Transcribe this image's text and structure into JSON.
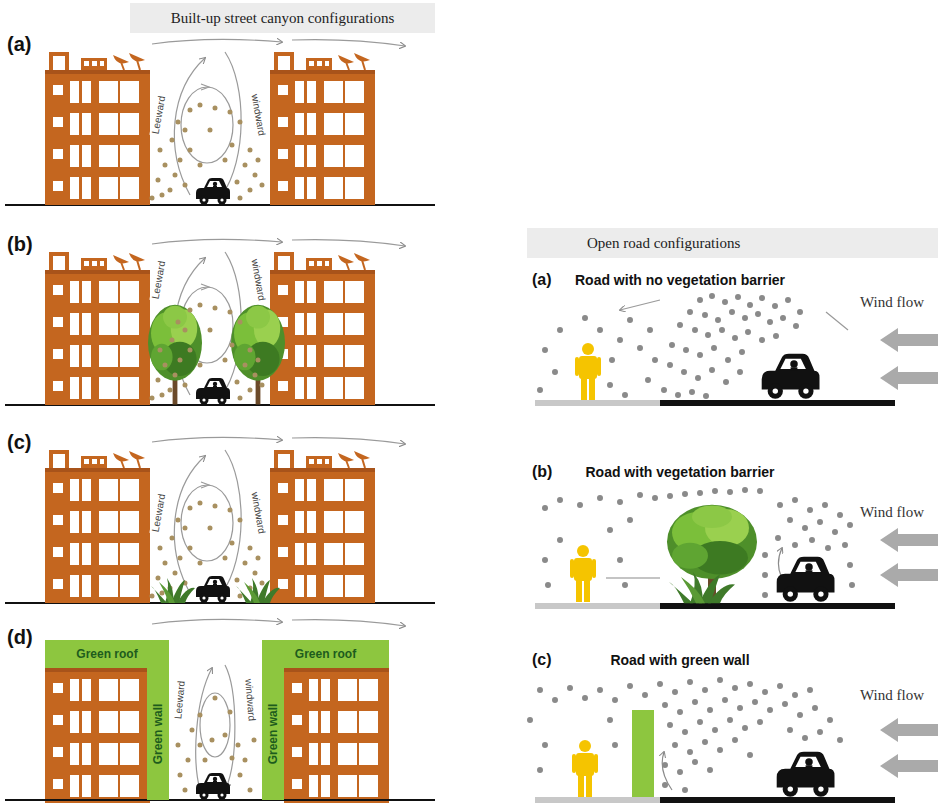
{
  "diagram": {
    "nodes": [
      {
        "text": [
          "Built-up street canyon configurations"
        ]
      },
      {
        "text": [
          "Open road configurations"
        ]
      },
      {
        "text": [
          "Green roof"
        ]
      },
      {
        "text": [
          "Green roof"
        ]
      },
      {
        "text": [
          "Green wall"
        ]
      },
      {
        "text": [
          "Green wall"
        ]
      }
    ],
    "labels": [
      "(a)",
      "Leeward",
      "windward",
      "(b)",
      "Leeward",
      "windward",
      "(c)",
      "Leeward",
      "windward",
      "(d)",
      "Leeward",
      "windward",
      "(a)",
      "Road with no vegetation barrier",
      "Wind flow",
      "(b)",
      "Road with vegetation barrier",
      "Wind flow",
      "(c)",
      "Road with green wall",
      "Wind flow"
    ]
  }
}
